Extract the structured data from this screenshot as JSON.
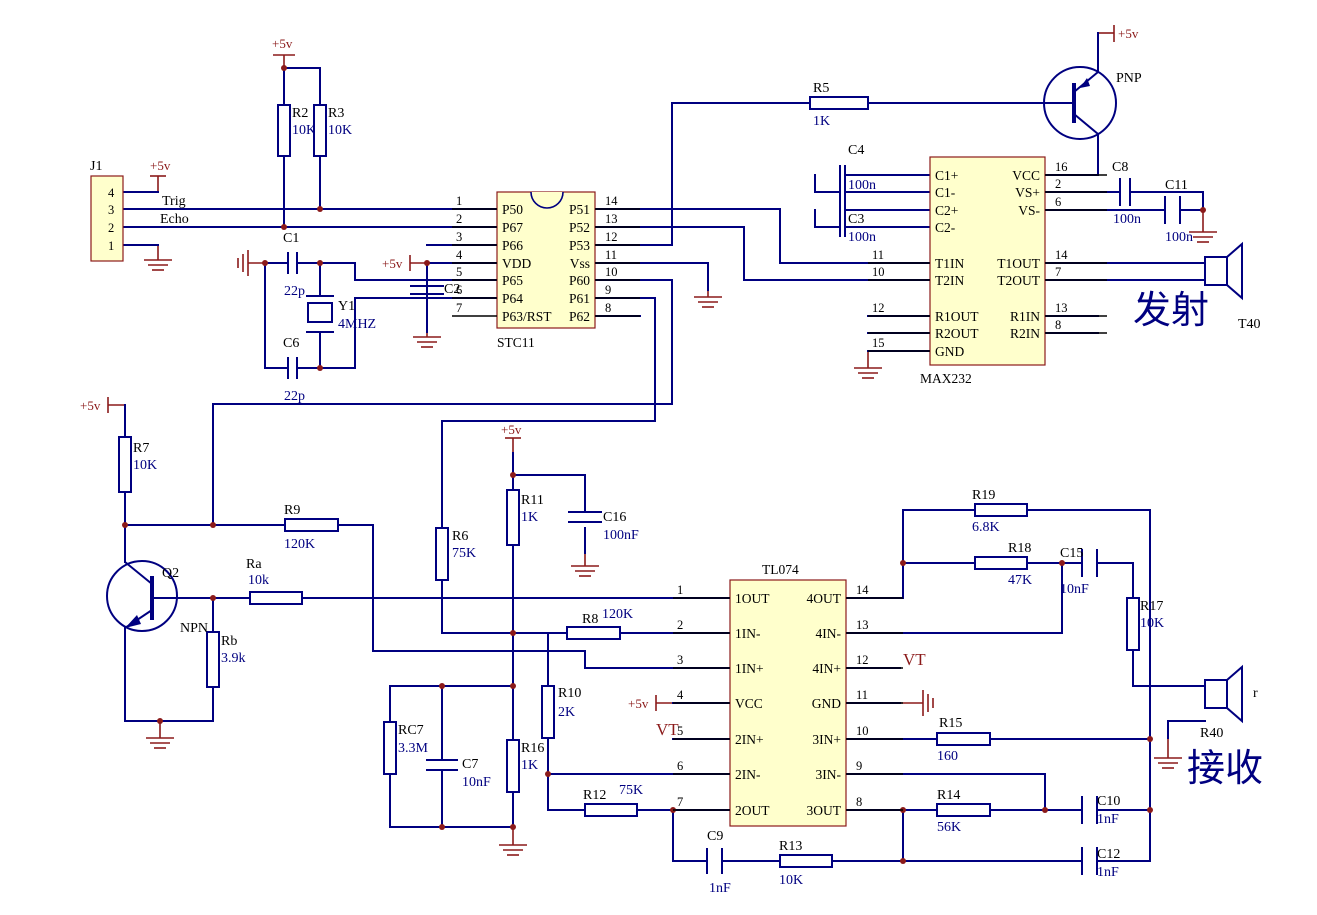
{
  "power": {
    "vcc": "+5v"
  },
  "chips": {
    "stc": {
      "name": "STC11",
      "left_pins": [
        {
          "num": "1",
          "name": "P50"
        },
        {
          "num": "2",
          "name": "P67"
        },
        {
          "num": "3",
          "name": "P66"
        },
        {
          "num": "4",
          "name": "VDD"
        },
        {
          "num": "5",
          "name": "P65"
        },
        {
          "num": "6",
          "name": "P64"
        },
        {
          "num": "7",
          "name": "P63/RST"
        }
      ],
      "right_pins": [
        {
          "num": "14",
          "name": "P51"
        },
        {
          "num": "13",
          "name": "P52"
        },
        {
          "num": "12",
          "name": "P53"
        },
        {
          "num": "11",
          "name": "Vss"
        },
        {
          "num": "10",
          "name": "P60"
        },
        {
          "num": "9",
          "name": "P61"
        },
        {
          "num": "8",
          "name": "P62"
        }
      ]
    },
    "max232": {
      "name": "MAX232",
      "left_pins": [
        {
          "num": "",
          "name": "C1+"
        },
        {
          "num": "",
          "name": "C1-"
        },
        {
          "num": "",
          "name": "C2+"
        },
        {
          "num": "",
          "name": "C2-"
        },
        {
          "num": "11",
          "name": "T1IN"
        },
        {
          "num": "10",
          "name": "T2IN"
        },
        {
          "num": "12",
          "name": "R1OUT"
        },
        {
          "num": "",
          "name": "R2OUT"
        },
        {
          "num": "15",
          "name": "GND"
        }
      ],
      "right_pins": [
        {
          "num": "16",
          "name": "VCC"
        },
        {
          "num": "2",
          "name": "VS+"
        },
        {
          "num": "6",
          "name": "VS-"
        },
        {
          "num": "14",
          "name": "T1OUT"
        },
        {
          "num": "7",
          "name": "T2OUT"
        },
        {
          "num": "13",
          "name": "R1IN"
        },
        {
          "num": "8",
          "name": "R2IN"
        }
      ]
    },
    "tl074": {
      "name": "TL074",
      "left_pins": [
        {
          "num": "1",
          "name": "1OUT"
        },
        {
          "num": "2",
          "name": "1IN-"
        },
        {
          "num": "3",
          "name": "1IN+"
        },
        {
          "num": "4",
          "name": "VCC"
        },
        {
          "num": "5",
          "name": "2IN+"
        },
        {
          "num": "6",
          "name": "2IN-"
        },
        {
          "num": "7",
          "name": "2OUT"
        }
      ],
      "right_pins": [
        {
          "num": "14",
          "name": "4OUT"
        },
        {
          "num": "13",
          "name": "4IN-"
        },
        {
          "num": "12",
          "name": "4IN+"
        },
        {
          "num": "11",
          "name": "GND"
        },
        {
          "num": "10",
          "name": "3IN+"
        },
        {
          "num": "9",
          "name": "3IN-"
        },
        {
          "num": "8",
          "name": "3OUT"
        }
      ]
    }
  },
  "connector": {
    "ref": "J1",
    "pins": [
      "4",
      "3",
      "2",
      "1"
    ],
    "trig": "Trig",
    "echo": "Echo"
  },
  "resistors": {
    "R2": {
      "ref": "R2",
      "val": "10K"
    },
    "R3": {
      "ref": "R3",
      "val": "10K"
    },
    "R5": {
      "ref": "R5",
      "val": "1K"
    },
    "R7": {
      "ref": "R7",
      "val": "10K"
    },
    "R9": {
      "ref": "R9",
      "val": "120K"
    },
    "Ra": {
      "ref": "Ra",
      "val": "10k"
    },
    "Rb": {
      "ref": "Rb",
      "val": "3.9k"
    },
    "R6": {
      "ref": "R6",
      "val": "75K"
    },
    "R11": {
      "ref": "R11",
      "val": "1K"
    },
    "R8": {
      "ref": "R8",
      "val": "120K"
    },
    "R10": {
      "ref": "R10",
      "val": "2K"
    },
    "RC7": {
      "ref": "RC7",
      "val": "3.3M"
    },
    "R16": {
      "ref": "R16",
      "val": "1K"
    },
    "R12": {
      "ref": "R12",
      "val": "75K"
    },
    "R13": {
      "ref": "R13",
      "val": "10K"
    },
    "R14": {
      "ref": "R14",
      "val": "56K"
    },
    "R15": {
      "ref": "R15",
      "val": "160"
    },
    "R17": {
      "ref": "R17",
      "val": "10K"
    },
    "R18": {
      "ref": "R18",
      "val": "47K"
    },
    "R19": {
      "ref": "R19",
      "val": "6.8K"
    }
  },
  "capacitors": {
    "C1": {
      "ref": "C1",
      "val": "22p"
    },
    "C6": {
      "ref": "C6",
      "val": "22p"
    },
    "C2": {
      "ref": "C2",
      "val": ""
    },
    "C3": {
      "ref": "C3",
      "val": "100n"
    },
    "C4": {
      "ref": "C4",
      "val": "100n"
    },
    "C8": {
      "ref": "C8",
      "val": "100n"
    },
    "C11": {
      "ref": "C11",
      "val": "100n"
    },
    "C16": {
      "ref": "C16",
      "val": "100nF"
    },
    "C7": {
      "ref": "C7",
      "val": "10nF"
    },
    "C9": {
      "ref": "C9",
      "val": "1nF"
    },
    "C10": {
      "ref": "C10",
      "val": "1nF"
    },
    "C12": {
      "ref": "C12",
      "val": "1nF"
    },
    "C15": {
      "ref": "C15",
      "val": "10nF"
    }
  },
  "crystal": {
    "ref": "Y1",
    "val": "4MHZ"
  },
  "transistors": {
    "q_pnp": {
      "type": "PNP"
    },
    "q2": {
      "ref": "Q2",
      "type": "NPN"
    }
  },
  "transducers": {
    "tx": {
      "label": "发射",
      "ref": "T40"
    },
    "rx": {
      "label": "接收",
      "ref": "R40",
      "small": "r"
    }
  },
  "net_labels": {
    "vt": "VT"
  }
}
